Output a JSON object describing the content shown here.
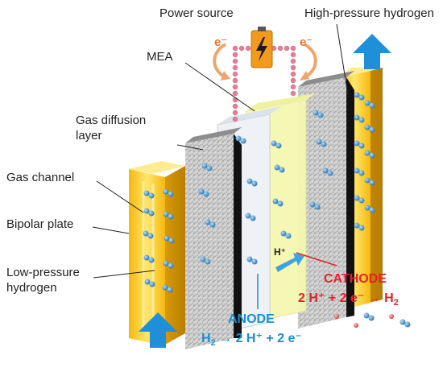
{
  "labels": {
    "power_source": "Power source",
    "high_pressure": "High-pressure hydrogen",
    "mea": "MEA",
    "gdl_line1": "Gas diffusion",
    "gdl_line2": "layer",
    "gas_channel": "Gas channel",
    "bipolar_plate": "Bipolar plate",
    "low_pressure_line1": "Low-pressure",
    "low_pressure_line2": "hydrogen",
    "electron_left": "e⁻",
    "electron_right": "e⁻",
    "proton": "H⁺"
  },
  "anode": {
    "title": "ANODE",
    "eq_h": "H",
    "eq_sub": "2",
    "eq_rest": " → 2 H⁺ + 2 e⁻"
  },
  "cathode": {
    "title": "CATHODE",
    "eq_left": "2 H⁺ + 2 e⁻ → H",
    "eq_sub": "2"
  },
  "colors": {
    "anode": "#1b8fd1",
    "cathode": "#e8202a",
    "plate": "#f7c520",
    "arrow": "#1e90d8",
    "circuit": "#e88aa0",
    "battery": "#f29a1e"
  }
}
